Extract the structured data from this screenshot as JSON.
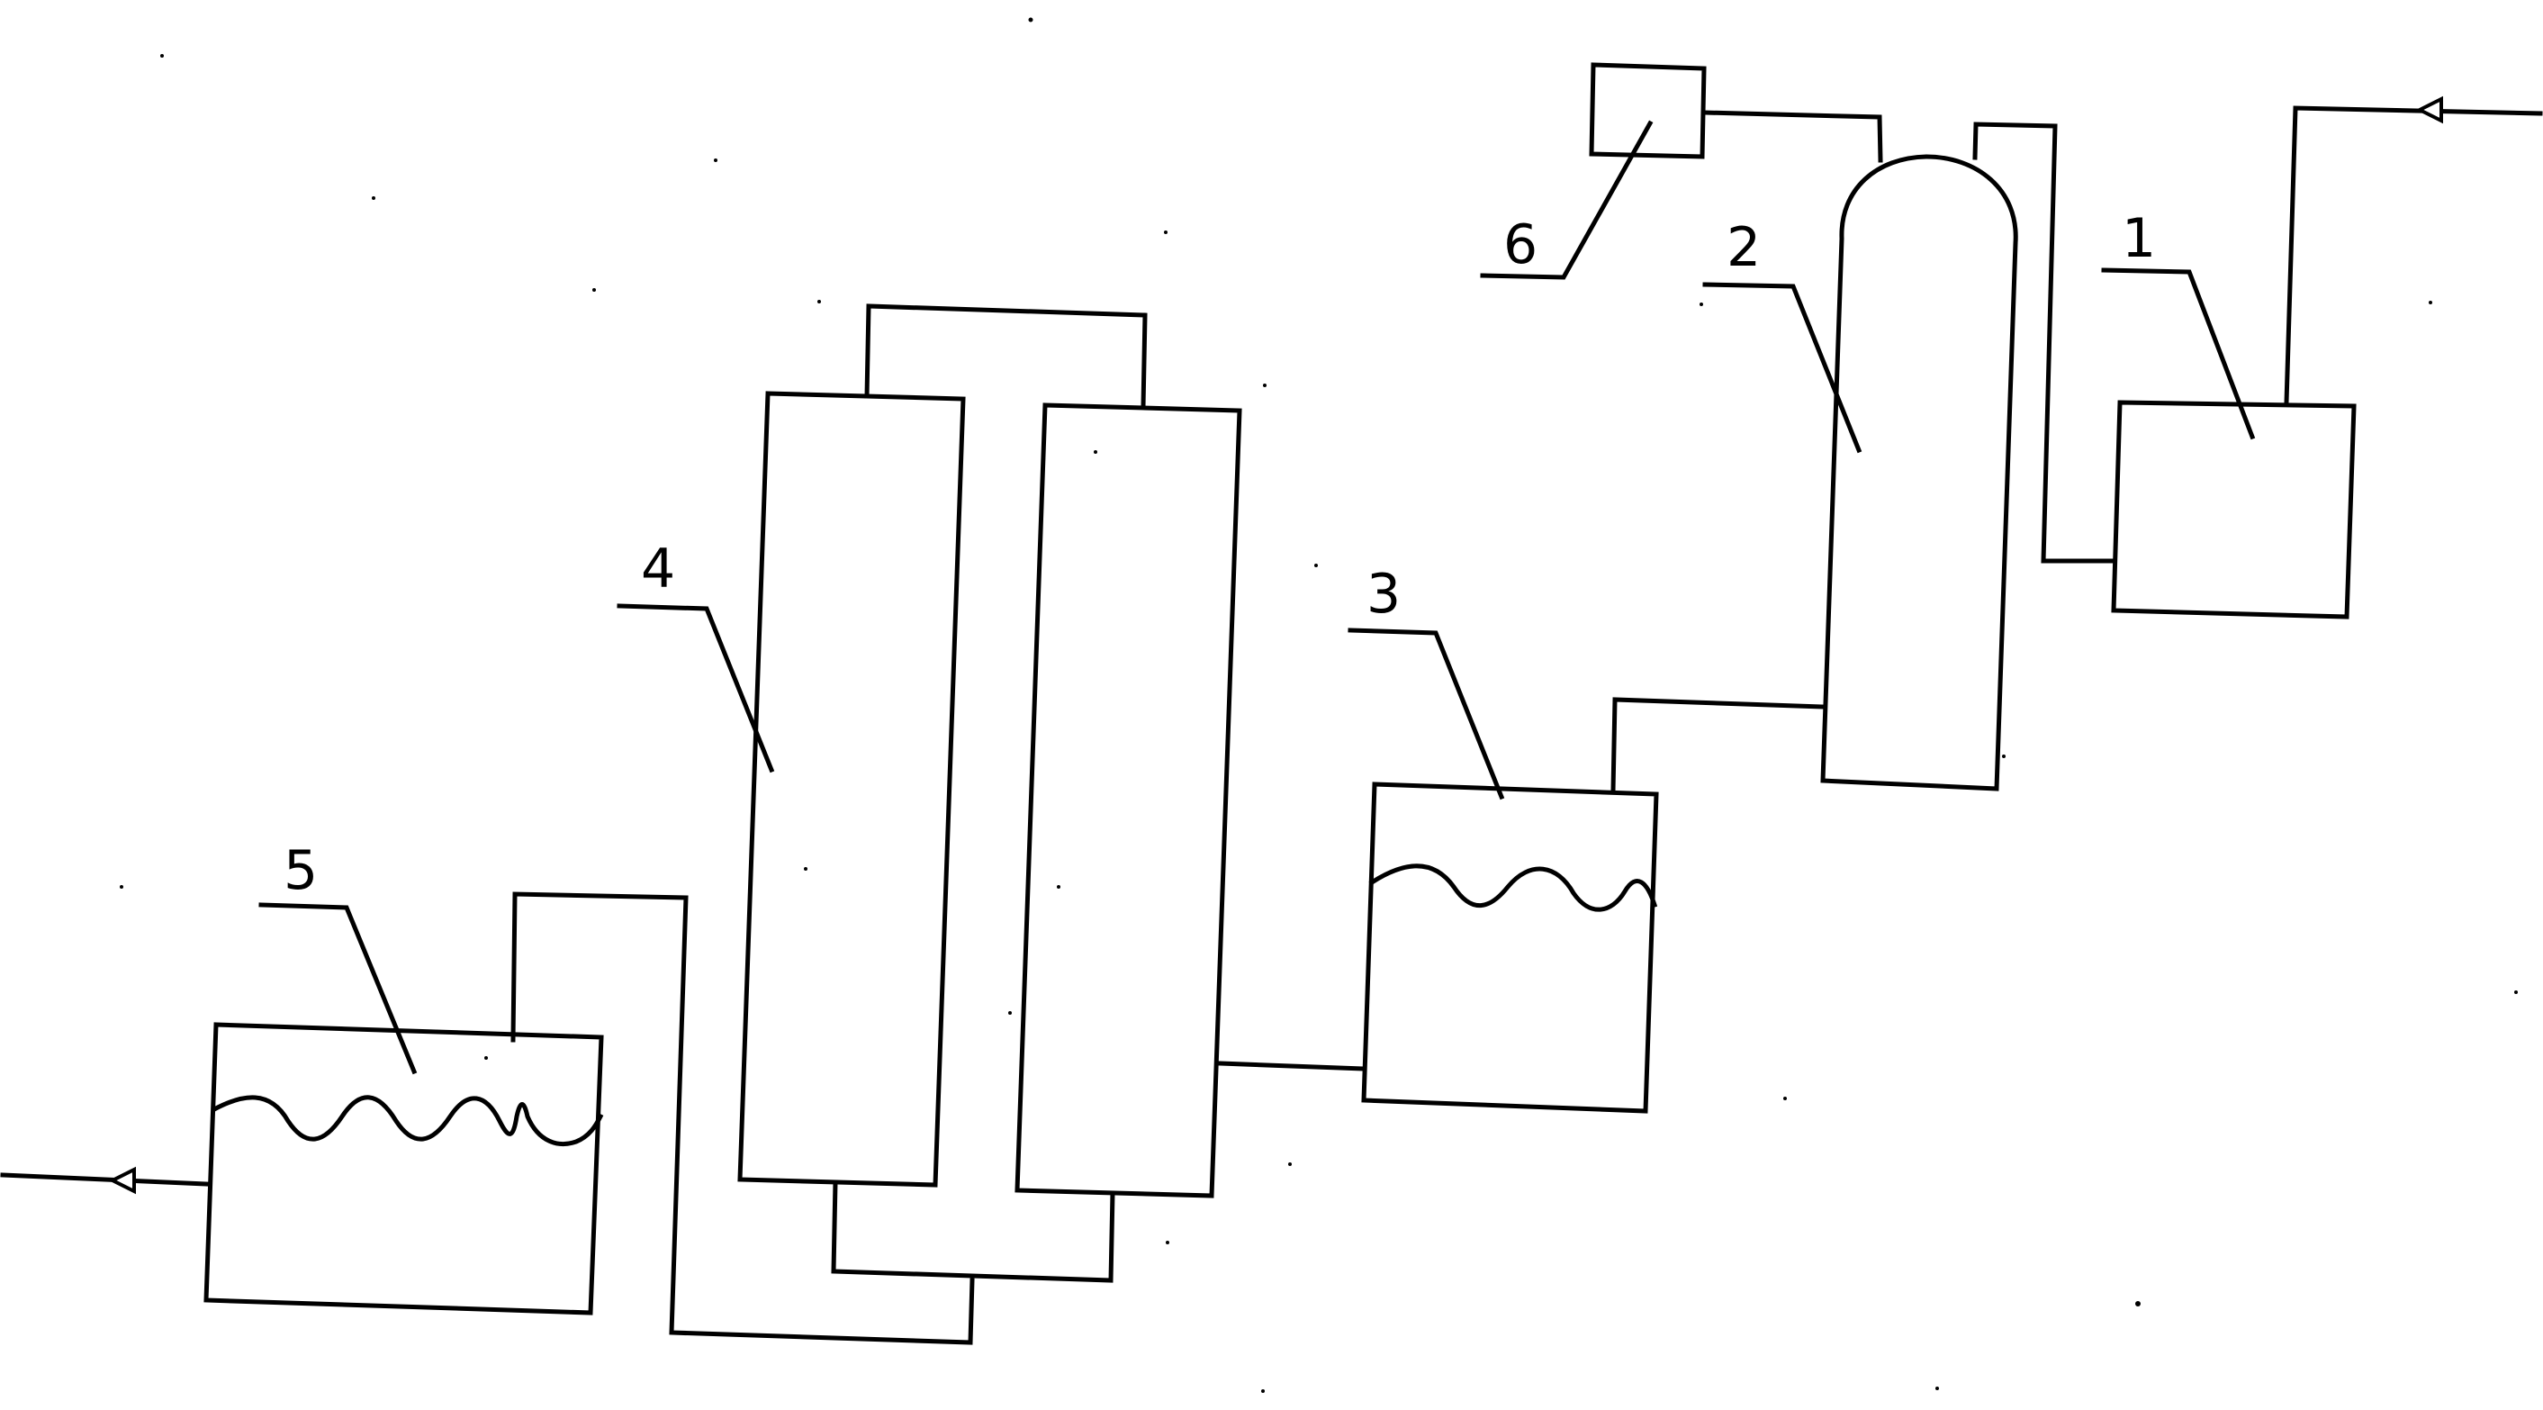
{
  "labels": {
    "component_1": "1",
    "component_2": "2",
    "component_3": "3",
    "component_4": "4",
    "component_5": "5",
    "component_6": "6"
  },
  "colors": {
    "line": "#000000",
    "background": "#ffffff"
  },
  "icons": {
    "inlet_arrow": "arrowhead-left-icon",
    "outlet_arrow": "arrowhead-left-icon"
  }
}
